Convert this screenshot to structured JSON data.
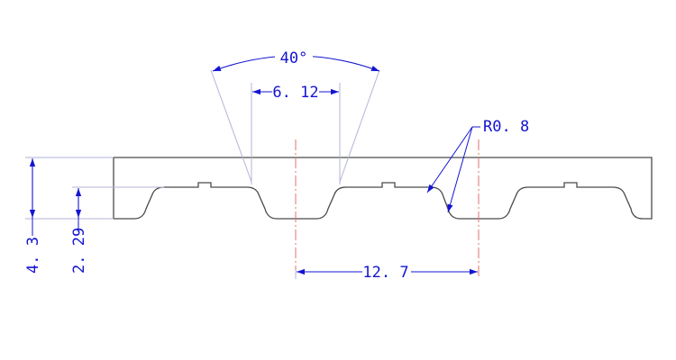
{
  "colors": {
    "outline": "#4a4a4a",
    "extension": "#b3b3d9",
    "dimension": "#1414d2",
    "centerline": "#e07070",
    "text": "#1414d2"
  },
  "dimensions": {
    "angle": "40°",
    "tooth_width": "6. 12",
    "radius": "R0. 8",
    "pitch": "12. 7",
    "total_height": "4. 3",
    "tooth_height": "2. 29"
  }
}
